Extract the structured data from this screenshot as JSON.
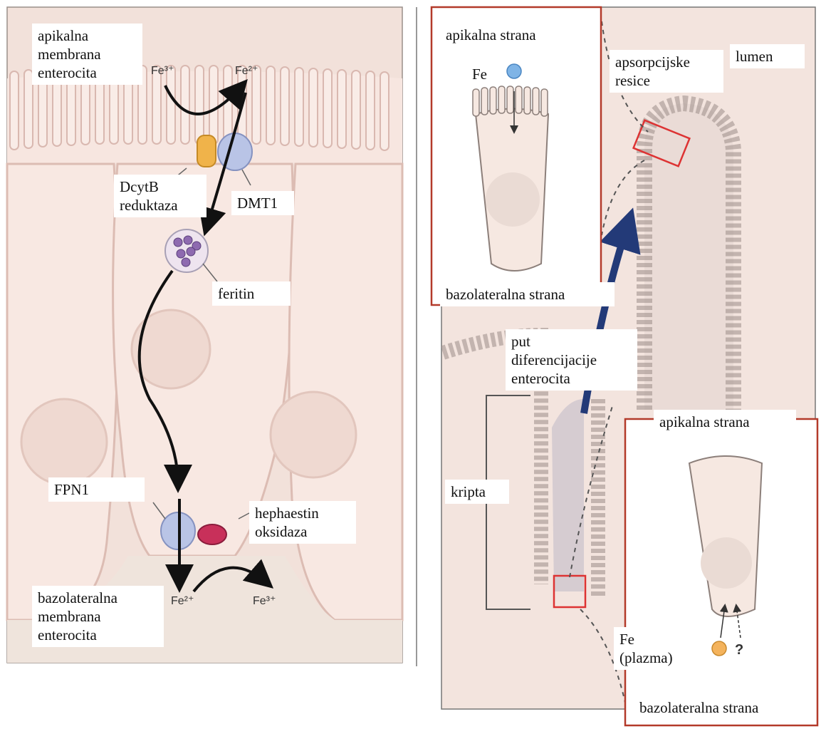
{
  "left_panel": {
    "apical_membrane": "apikalna\nmembrana\nenterocita",
    "fe3_top": "Fe³⁺",
    "fe2_top": "Fe²⁺",
    "dcytb": "DcytB\nreduktaza",
    "dmt1": "DMT1",
    "ferritin": "feritin",
    "fpn1": "FPN1",
    "hephaestin": "hephaestin\noksidaza",
    "basolateral_membrane": "bazolateralna\nmembrana\nenterocita",
    "fe2_bottom": "Fe²⁺",
    "fe3_bottom": "Fe³⁺"
  },
  "right_panel": {
    "apical_side_top": "apikalna strana",
    "fe_top": "Fe",
    "basolateral_side_top": "bazolateralna strana",
    "absorptive_villi": "apsorpcijske\nresice",
    "lumen": "lumen",
    "differentiation_path": "put\ndiferencijacije\nenterocita",
    "crypt": "kripta",
    "apical_side_bottom": "apikalna strana",
    "fe_plasma": "Fe\n(plazma)",
    "question_mark": "?",
    "basolateral_side_bottom": "bazolateralna strana"
  },
  "colors": {
    "cell_fill": "#f6e5df",
    "background_tissue": "#f1e0d9",
    "dcytb_orange": "#f0b34a",
    "dmt1_blue": "#b9c4e6",
    "hephaestin_red": "#c8305a",
    "ferritin_purple": "#8e6ab0",
    "frame_red": "#c0392b",
    "arrow_navy": "#233a78"
  }
}
